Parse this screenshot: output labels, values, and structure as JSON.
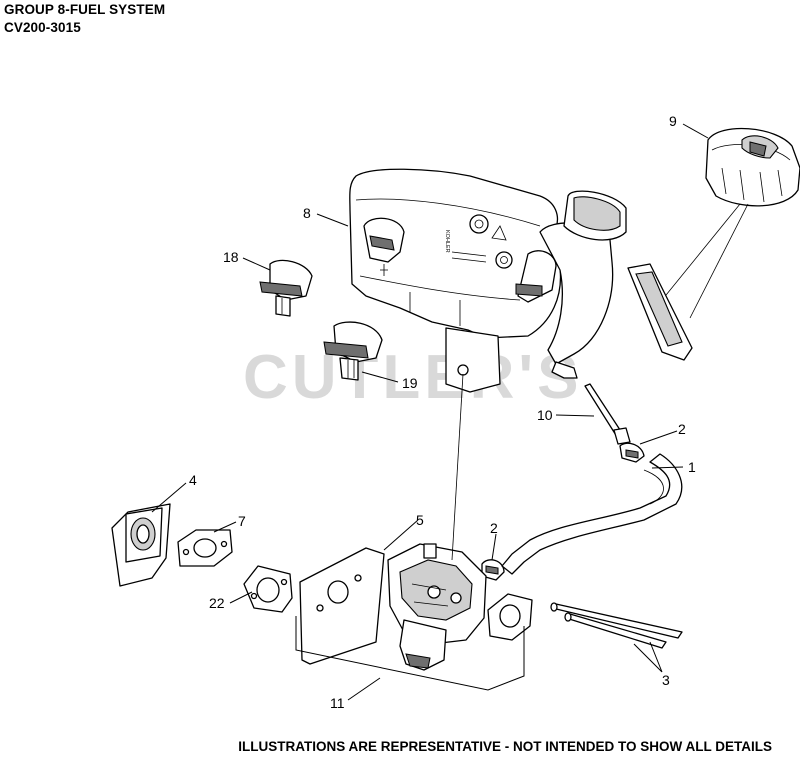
{
  "header": {
    "title": "GROUP 8-FUEL SYSTEM",
    "model": "CV200-3015"
  },
  "watermark": "CUTLER'S",
  "footer": "ILLUSTRATIONS ARE REPRESENTATIVE - NOT INTENDED TO SHOW ALL DETAILS",
  "callouts": {
    "c1": "1",
    "c2a": "2",
    "c2b": "2",
    "c3": "3",
    "c4": "4",
    "c5": "5",
    "c7": "7",
    "c8": "8",
    "c9": "9",
    "c10": "10",
    "c11": "11",
    "c18": "18",
    "c19": "19",
    "c22": "22"
  },
  "tank_markings": {
    "brand": "KOHLER"
  },
  "colors": {
    "watermark": "#d9d9d9",
    "line": "#000000"
  }
}
